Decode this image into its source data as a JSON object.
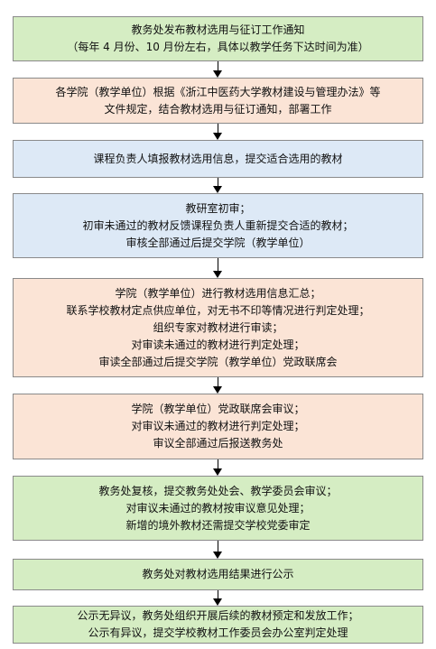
{
  "steps": [
    {
      "color": "#d5edc3",
      "lines": [
        "教务处发布教材选用与征订工作通知",
        "（每年 4 月份、10 月份左右，具体以教学任务下达时间为准）"
      ]
    },
    {
      "color": "#fbe4d6",
      "lines": [
        "各学院（教学单位）根据《浙江中医药大学教材建设与管理办法》等",
        "文件规定，结合教材选用与征订通知，部署工作"
      ]
    },
    {
      "color": "#dde9f6",
      "lines": [
        "课程负责人填报教材选用信息，提交适合选用的教材"
      ]
    },
    {
      "color": "#dde9f6",
      "lines": [
        "教研室初审；",
        "初审未通过的教材反馈课程负责人重新提交合适的教材；",
        "审核全部通过后提交学院（教学单位）"
      ]
    },
    {
      "color": "#fbe4d6",
      "lines": [
        "学院（教学单位）进行教材选用信息汇总；",
        "联系学校教材定点供应单位，对无书不印等情况进行判定处理；",
        "组织专家对教材进行审读；",
        "对审读未通过的教材进行判定处理；",
        "审读全部通过后提交学院（教学单位）党政联席会"
      ]
    },
    {
      "color": "#fbe4d6",
      "lines": [
        "学院（教学单位）党政联席会审议；",
        "对审议未通过的教材进行判定处理；",
        "审议全部通过后报送教务处"
      ]
    },
    {
      "color": "#d5edc3",
      "lines": [
        "教务处复核，提交教务处处会、教学委员会审议；",
        "对审议未通过的教材按审议意见处理；",
        "新增的境外教材还需提交学校党委审定"
      ]
    },
    {
      "color": "#d5edc3",
      "lines": [
        "教务处对教材选用结果进行公示"
      ]
    },
    {
      "color": "#d5edc3",
      "lines": [
        "公示无异议，教务处组织开展后续的教材预定和发放工作；",
        "公示有异议，提交学校教材工作委员会办公室判定处理"
      ]
    }
  ]
}
